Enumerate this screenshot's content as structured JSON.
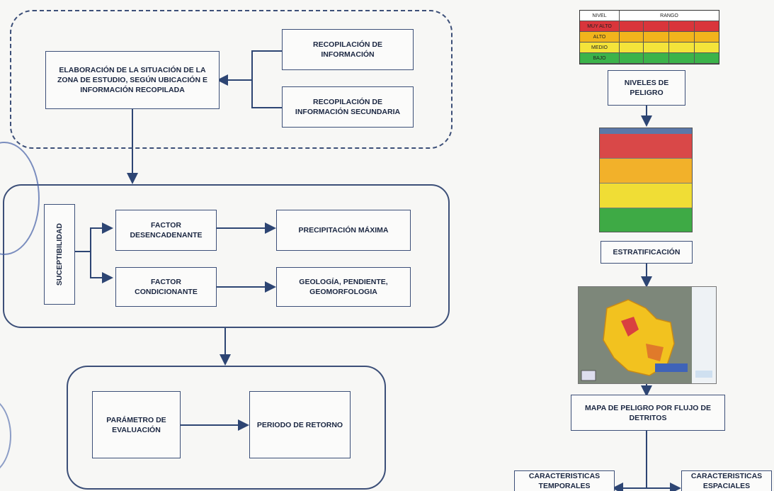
{
  "left": {
    "info_box": "ELABORACIÓN DE LA SITUACIÓN DE LA ZONA DE ESTUDIO, SEGÚN UBICACIÓN E INFORMACIÓN RECOPILADA",
    "recopilacion": "RECOPILACIÓN DE INFORMACIÓN",
    "recopilacion_secundaria": "RECOPILACIÓN DE INFORMACIÓN SECUNDARIA",
    "susceptibilidad": "SUCEPTIBILIDAD",
    "factor_desencadenante": "FACTOR DESENCADENANTE",
    "factor_condicionante": "FACTOR CONDICIONANTE",
    "precipitacion": "PRECIPITACIÓN MÁXIMA",
    "geologia": "GEOLOGÍA, PENDIENTE, GEOMORFOLOGIA",
    "parametro": "PARÁMETRO DE EVALUACIÓN",
    "periodo": "PERIODO DE RETORNO"
  },
  "right": {
    "table": {
      "headers": [
        "NIVEL",
        "RANGO"
      ],
      "rows": [
        {
          "nivel": "MUY ALTO",
          "color": "#d9353b"
        },
        {
          "nivel": "ALTO",
          "color": "#f2b41c"
        },
        {
          "nivel": "MEDIO",
          "color": "#f4e43a"
        },
        {
          "nivel": "BAJO",
          "color": "#3bb34a"
        }
      ]
    },
    "niveles_peligro": "NIVELES DE PELIGRO",
    "strat_colors": [
      "#d94848",
      "#f2b12a",
      "#f0dd35",
      "#3eaa45"
    ],
    "estratificacion": "ESTRATIFICACIÓN",
    "mapa": "MAPA DE PELIGRO POR FLUJO DE DETRITOS",
    "temporales": "CARACTERISTICAS TEMPORALES",
    "espaciales": "CARACTERISTICAS ESPACIALES"
  }
}
